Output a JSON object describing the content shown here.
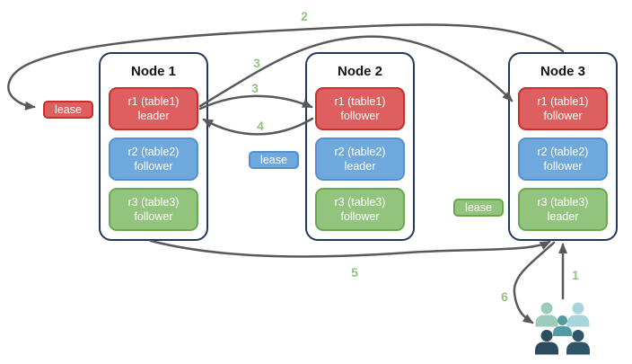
{
  "diagram": {
    "nodes": [
      {
        "name": "Node 1",
        "replicas": [
          {
            "range": "r1 (table1)",
            "role": "leader",
            "color": "red"
          },
          {
            "range": "r2 (table2)",
            "role": "follower",
            "color": "blue"
          },
          {
            "range": "r3 (table3)",
            "role": "follower",
            "color": "green"
          }
        ]
      },
      {
        "name": "Node 2",
        "replicas": [
          {
            "range": "r1 (table1)",
            "role": "follower",
            "color": "red"
          },
          {
            "range": "r2 (table2)",
            "role": "leader",
            "color": "blue"
          },
          {
            "range": "r3 (table3)",
            "role": "follower",
            "color": "green"
          }
        ]
      },
      {
        "name": "Node 3",
        "replicas": [
          {
            "range": "r1 (table1)",
            "role": "follower",
            "color": "red"
          },
          {
            "range": "r2 (table2)",
            "role": "follower",
            "color": "blue"
          },
          {
            "range": "r3 (table3)",
            "role": "leader",
            "color": "green"
          }
        ]
      }
    ],
    "leases": [
      {
        "label": "lease",
        "color": "red"
      },
      {
        "label": "lease",
        "color": "blue"
      },
      {
        "label": "lease",
        "color": "green"
      }
    ],
    "step_labels": [
      {
        "value": "2"
      },
      {
        "value": "3"
      },
      {
        "value": "3"
      },
      {
        "value": "4"
      },
      {
        "value": "5"
      },
      {
        "value": "6"
      },
      {
        "value": "1"
      }
    ],
    "icons": {
      "users": "users-group-icon"
    }
  },
  "colors": {
    "red_fill": "#dd5f5f",
    "red_border": "#c7302b",
    "blue_fill": "#6fa8dc",
    "blue_border": "#5490cf",
    "green_fill": "#93c47d",
    "green_border": "#6aa84f",
    "node_border": "#24385c",
    "arrow": "#595959",
    "step_text": "#93c47d",
    "users": [
      "#9acbbd",
      "#a7d6da",
      "#549aa4",
      "#2c4b5e",
      "#2f5668"
    ]
  }
}
